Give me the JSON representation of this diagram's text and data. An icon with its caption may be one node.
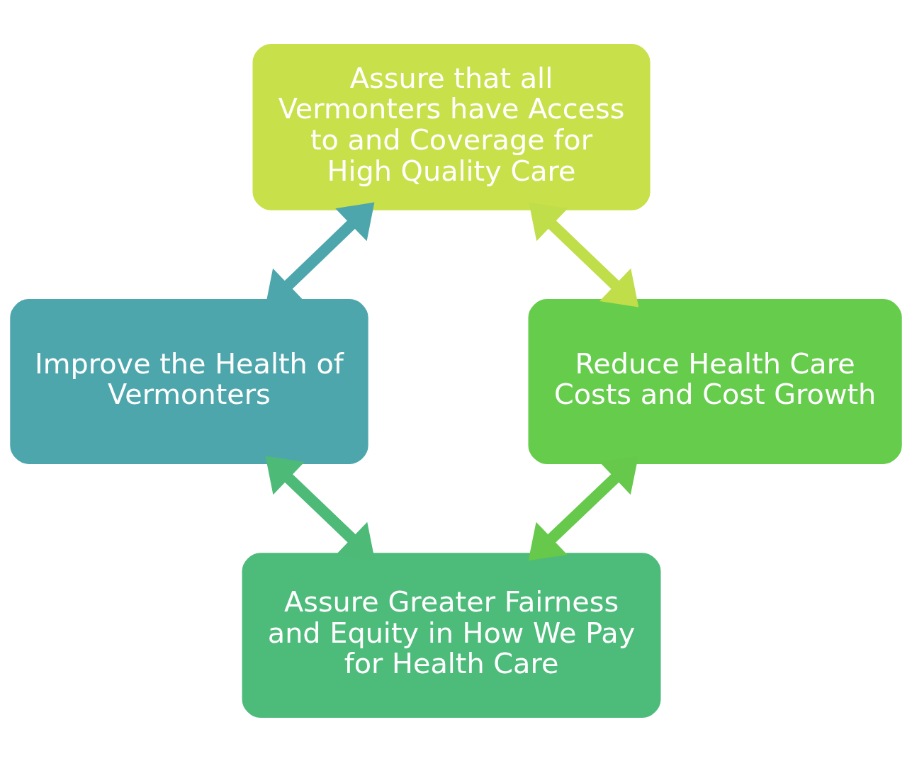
{
  "diagram": {
    "nodes": [
      {
        "text": [
          "Assure that all Vermonters have Access to and Coverage for High Quality Care"
        ]
      },
      {
        "text": [
          "Improve the Health of Vermonters"
        ]
      },
      {
        "text": [
          "Reduce Health Care Costs and Cost Growth"
        ]
      },
      {
        "text": [
          "Assure Greater Fairness and Equity in How We Pay for Health Care"
        ]
      }
    ],
    "edges": [
      {
        "from": 0,
        "to": 1,
        "arrow": "both",
        "color": "#4ea6ad"
      },
      {
        "from": 0,
        "to": 2,
        "arrow": "both",
        "color": "#c0de4a"
      },
      {
        "from": 1,
        "to": 3,
        "arrow": "both",
        "color": "#4dba78"
      },
      {
        "from": 2,
        "to": 3,
        "arrow": "both",
        "color": "#66c94c"
      }
    ]
  }
}
